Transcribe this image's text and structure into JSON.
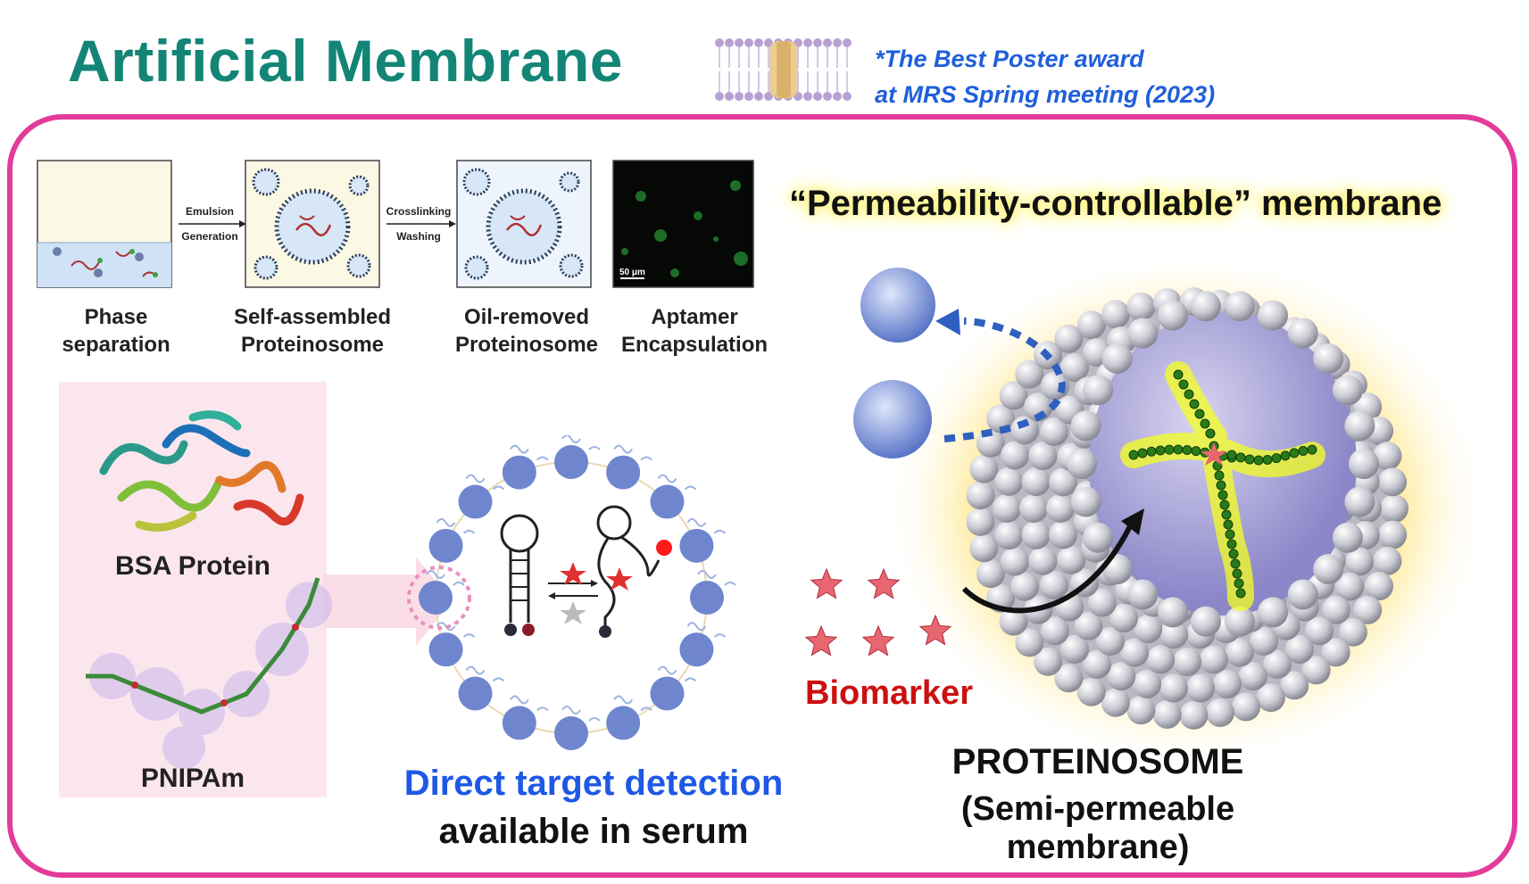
{
  "title": "Artificial Membrane",
  "award": {
    "line1": "*The Best Poster award",
    "line2": "at MRS Spring meeting (2023)"
  },
  "process": {
    "arrow1": {
      "line1": "Emulsion",
      "line2": "Generation"
    },
    "arrow2": {
      "line1": "Crosslinking",
      "line2": "Washing"
    },
    "scale_bar": "50 μm",
    "steps": [
      {
        "line1": "Phase",
        "line2": "separation"
      },
      {
        "line1": "Self-assembled",
        "line2": "Proteinosome"
      },
      {
        "line1": "Oil-removed",
        "line2": "Proteinosome"
      },
      {
        "line1": "Aptamer",
        "line2": "Encapsulation"
      }
    ]
  },
  "components": {
    "protein": "BSA Protein",
    "polymer": "PNIPAm"
  },
  "detection": {
    "line1": "Direct target detection",
    "line2": "available in serum"
  },
  "permeability": "“Permeability-controllable” membrane",
  "biomarker": "Biomarker",
  "proteinosome": {
    "line1": "PROTEINOSOME",
    "line2": "(Semi-permeable membrane)"
  },
  "colors": {
    "title": "#138577",
    "frame": "#e23b9a",
    "award": "#1f5fdb",
    "detection": "#1e58e6",
    "biomarker": "#cc1010",
    "glow": "#ffd21e"
  }
}
